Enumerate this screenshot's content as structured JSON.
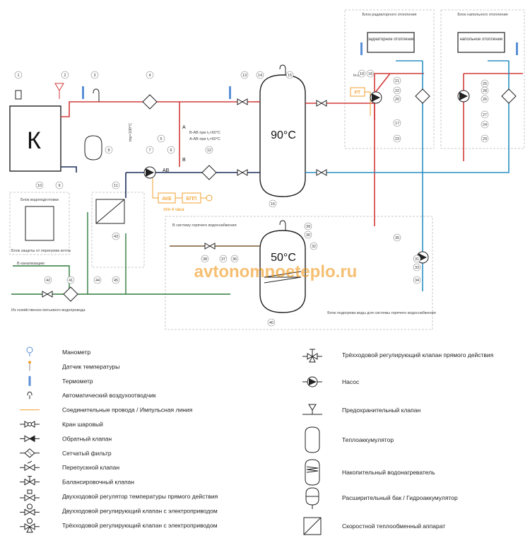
{
  "diagram": {
    "boiler_label": "К",
    "tank_hot_label": "90°C",
    "tank_dhw_label": "50°C",
    "box_radiator_title": "Блок радиаторного отопления",
    "box_floor_title": "Блок напольного отопления",
    "radiator_label": "радиаторное отопление",
    "floor_label": "напольное отопление",
    "water_prep_title": "Блок водоподготовки",
    "overheat_label": "Блок защиты от перегрева котла",
    "sewer_label": "В канализацию",
    "hot_supply_label": "В систему горячего водоснабжения",
    "mains_label": "Из хозяйственно-питьевого водопровода",
    "dhw_block_label": "Блок подогрева воды для системы горячего водоснабжения",
    "temp_label": "tпр=100°C",
    "valve_note_1": "В-АВ при t₁<60°С",
    "valve_note_2": "А-АВ при t₁>60°С",
    "akb_label": "АКБ",
    "bpp_label": "БПП",
    "min_label": "min 4 часа",
    "rt_label": "РТ",
    "tn_label": "tн.в",
    "port_ab": "АВ",
    "port_b": "В",
    "port_a": "А",
    "watermark": "avtonomnoeteplo.ru",
    "numbers": [
      "1",
      "2",
      "3",
      "4",
      "5",
      "6",
      "7",
      "8",
      "9",
      "10",
      "11",
      "12",
      "13",
      "14",
      "15",
      "16",
      "17",
      "18",
      "19",
      "20",
      "21",
      "22",
      "23",
      "24",
      "25",
      "26",
      "27",
      "28",
      "29",
      "30",
      "31",
      "32",
      "33",
      "34",
      "35",
      "36",
      "37",
      "38",
      "39",
      "40",
      "41",
      "42",
      "43",
      "44",
      "45"
    ]
  },
  "legend_left": [
    {
      "icon": "manometer",
      "label": "Манометр"
    },
    {
      "icon": "temp-sensor",
      "label": "Датчик температуры"
    },
    {
      "icon": "thermometer",
      "label": "Термометр"
    },
    {
      "icon": "air-vent",
      "label": "Автоматический воздухоотводчик"
    },
    {
      "icon": "wire",
      "label": "Соединительные провода / Импульсная линия"
    },
    {
      "icon": "ball-valve",
      "label": "Кран шаровый"
    },
    {
      "icon": "check-valve",
      "label": "Обратный клапан"
    },
    {
      "icon": "strainer",
      "label": "Сетчатый фильтр"
    },
    {
      "icon": "bypass-valve",
      "label": "Перепускной клапан"
    },
    {
      "icon": "balancing-valve",
      "label": "Балансировочный клапан"
    },
    {
      "icon": "temp-regulator",
      "label": "Двухходовой регулятор температуры прямого действия"
    },
    {
      "icon": "two-way-motor-valve",
      "label": "Двухходовой регулирующий клапан с электроприводом"
    },
    {
      "icon": "three-way-motor-valve",
      "label": "Трёхходовой регулирующий клапан с электроприводом"
    }
  ],
  "legend_right": [
    {
      "icon": "three-way-direct-valve",
      "label": "Трёхходовой регулирующий клапан прямого действия"
    },
    {
      "icon": "pump",
      "label": "Насос"
    },
    {
      "icon": "safety-valve",
      "label": "Предохранительный клапан"
    },
    {
      "icon": "heat-accumulator",
      "label": "Теплоаккумулятор"
    },
    {
      "icon": "water-heater",
      "label": "Накопительный водонагреватель"
    },
    {
      "icon": "expansion-tank",
      "label": "Расширительный бак / Гидроаккумулятор"
    },
    {
      "icon": "heat-exchanger",
      "label": "Скоростной теплообменный аппарат"
    }
  ]
}
